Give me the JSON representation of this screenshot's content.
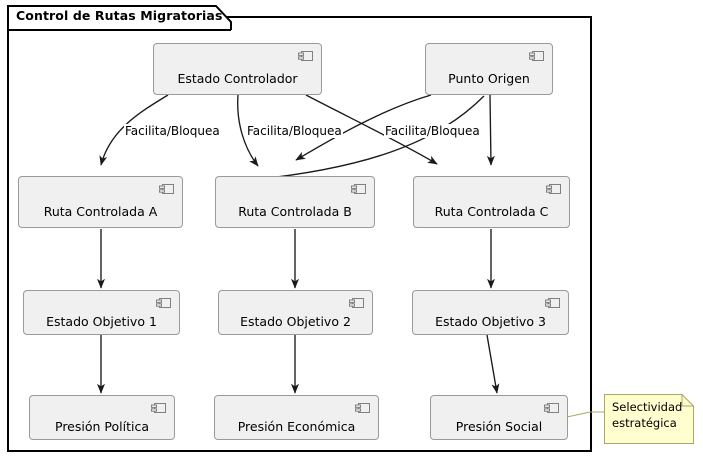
{
  "diagram": {
    "package_title": "Control de Rutas Migratorias",
    "type": "uml-component-diagram"
  },
  "nodes": [
    {
      "id": "estado-controlador",
      "label": "Estado Controlador",
      "icon": "component-icon",
      "row": 1
    },
    {
      "id": "punto-origen",
      "label": "Punto Origen",
      "icon": "component-icon",
      "row": 1
    },
    {
      "id": "ruta-controlada-a",
      "label": "Ruta Controlada A",
      "icon": "component-icon",
      "row": 2
    },
    {
      "id": "ruta-controlada-b",
      "label": "Ruta Controlada B",
      "icon": "component-icon",
      "row": 2
    },
    {
      "id": "ruta-controlada-c",
      "label": "Ruta Controlada C",
      "icon": "component-icon",
      "row": 2
    },
    {
      "id": "estado-objetivo-1",
      "label": "Estado Objetivo 1",
      "icon": "component-icon",
      "row": 3
    },
    {
      "id": "estado-objetivo-2",
      "label": "Estado Objetivo 2",
      "icon": "component-icon",
      "row": 3
    },
    {
      "id": "estado-objetivo-3",
      "label": "Estado Objetivo 3",
      "icon": "component-icon",
      "row": 3
    },
    {
      "id": "presion-politica",
      "label": "Presión Política",
      "icon": "component-icon",
      "row": 4
    },
    {
      "id": "presion-economica",
      "label": "Presión Económica",
      "icon": "component-icon",
      "row": 4
    },
    {
      "id": "presion-social",
      "label": "Presión Social",
      "icon": "component-icon",
      "row": 4
    }
  ],
  "edge_labels": [
    {
      "id": "edge-label-1",
      "text": "Facilita/Bloquea"
    },
    {
      "id": "edge-label-2",
      "text": "Facilita/Bloquea"
    },
    {
      "id": "edge-label-3",
      "text": "Facilita/Bloquea"
    }
  ],
  "note": {
    "id": "nota-selectividad",
    "line1": "Selectividad",
    "line2": "estratégica",
    "attached_to": "presion-social"
  },
  "colors": {
    "node_fill": "#F0F0F0",
    "node_border": "#9a9a9a",
    "frame_border": "#000000",
    "canvas": "#ffffff",
    "note_fill": "#FEFECE",
    "note_border": "#A8A864",
    "edge": "#1a1a1a"
  }
}
